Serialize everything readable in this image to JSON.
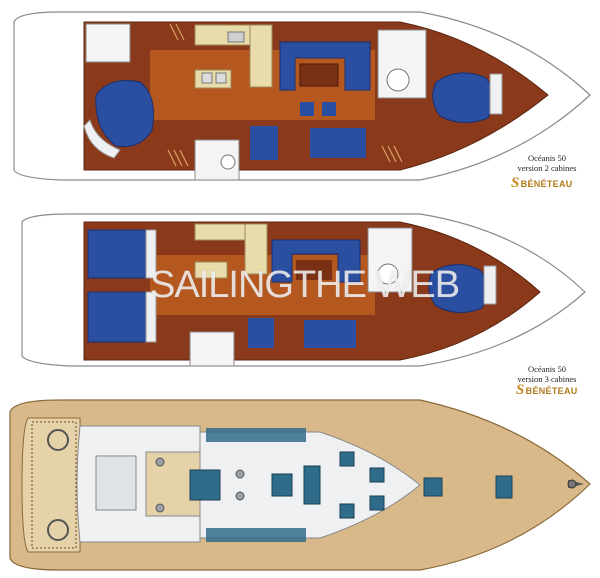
{
  "version_2": {
    "model": "Océanis 50",
    "variant": "version 2 cabines",
    "brand": "BÉNÉTEAU",
    "brand_mark": "S"
  },
  "version_3": {
    "model": "Océanis 50",
    "variant": "version 3 cabines",
    "brand": "BÉNÉTEAU",
    "brand_mark": "S"
  },
  "watermark": "SAILINGTHE WEB",
  "colors": {
    "wood": "#8a3a1a",
    "wood_light": "#b5581f",
    "upholstery": "#2a4fa0",
    "floor": "#c9b28a",
    "galley": "#e8dcaa",
    "deck_teak": "#d9b98a",
    "deck_white": "#eef0f2",
    "hatch": "#2f6c8c"
  },
  "icons": [
    "helm-wheel-icon",
    "hatch-icon",
    "winch-icon",
    "cleat-icon",
    "anchor-icon"
  ]
}
